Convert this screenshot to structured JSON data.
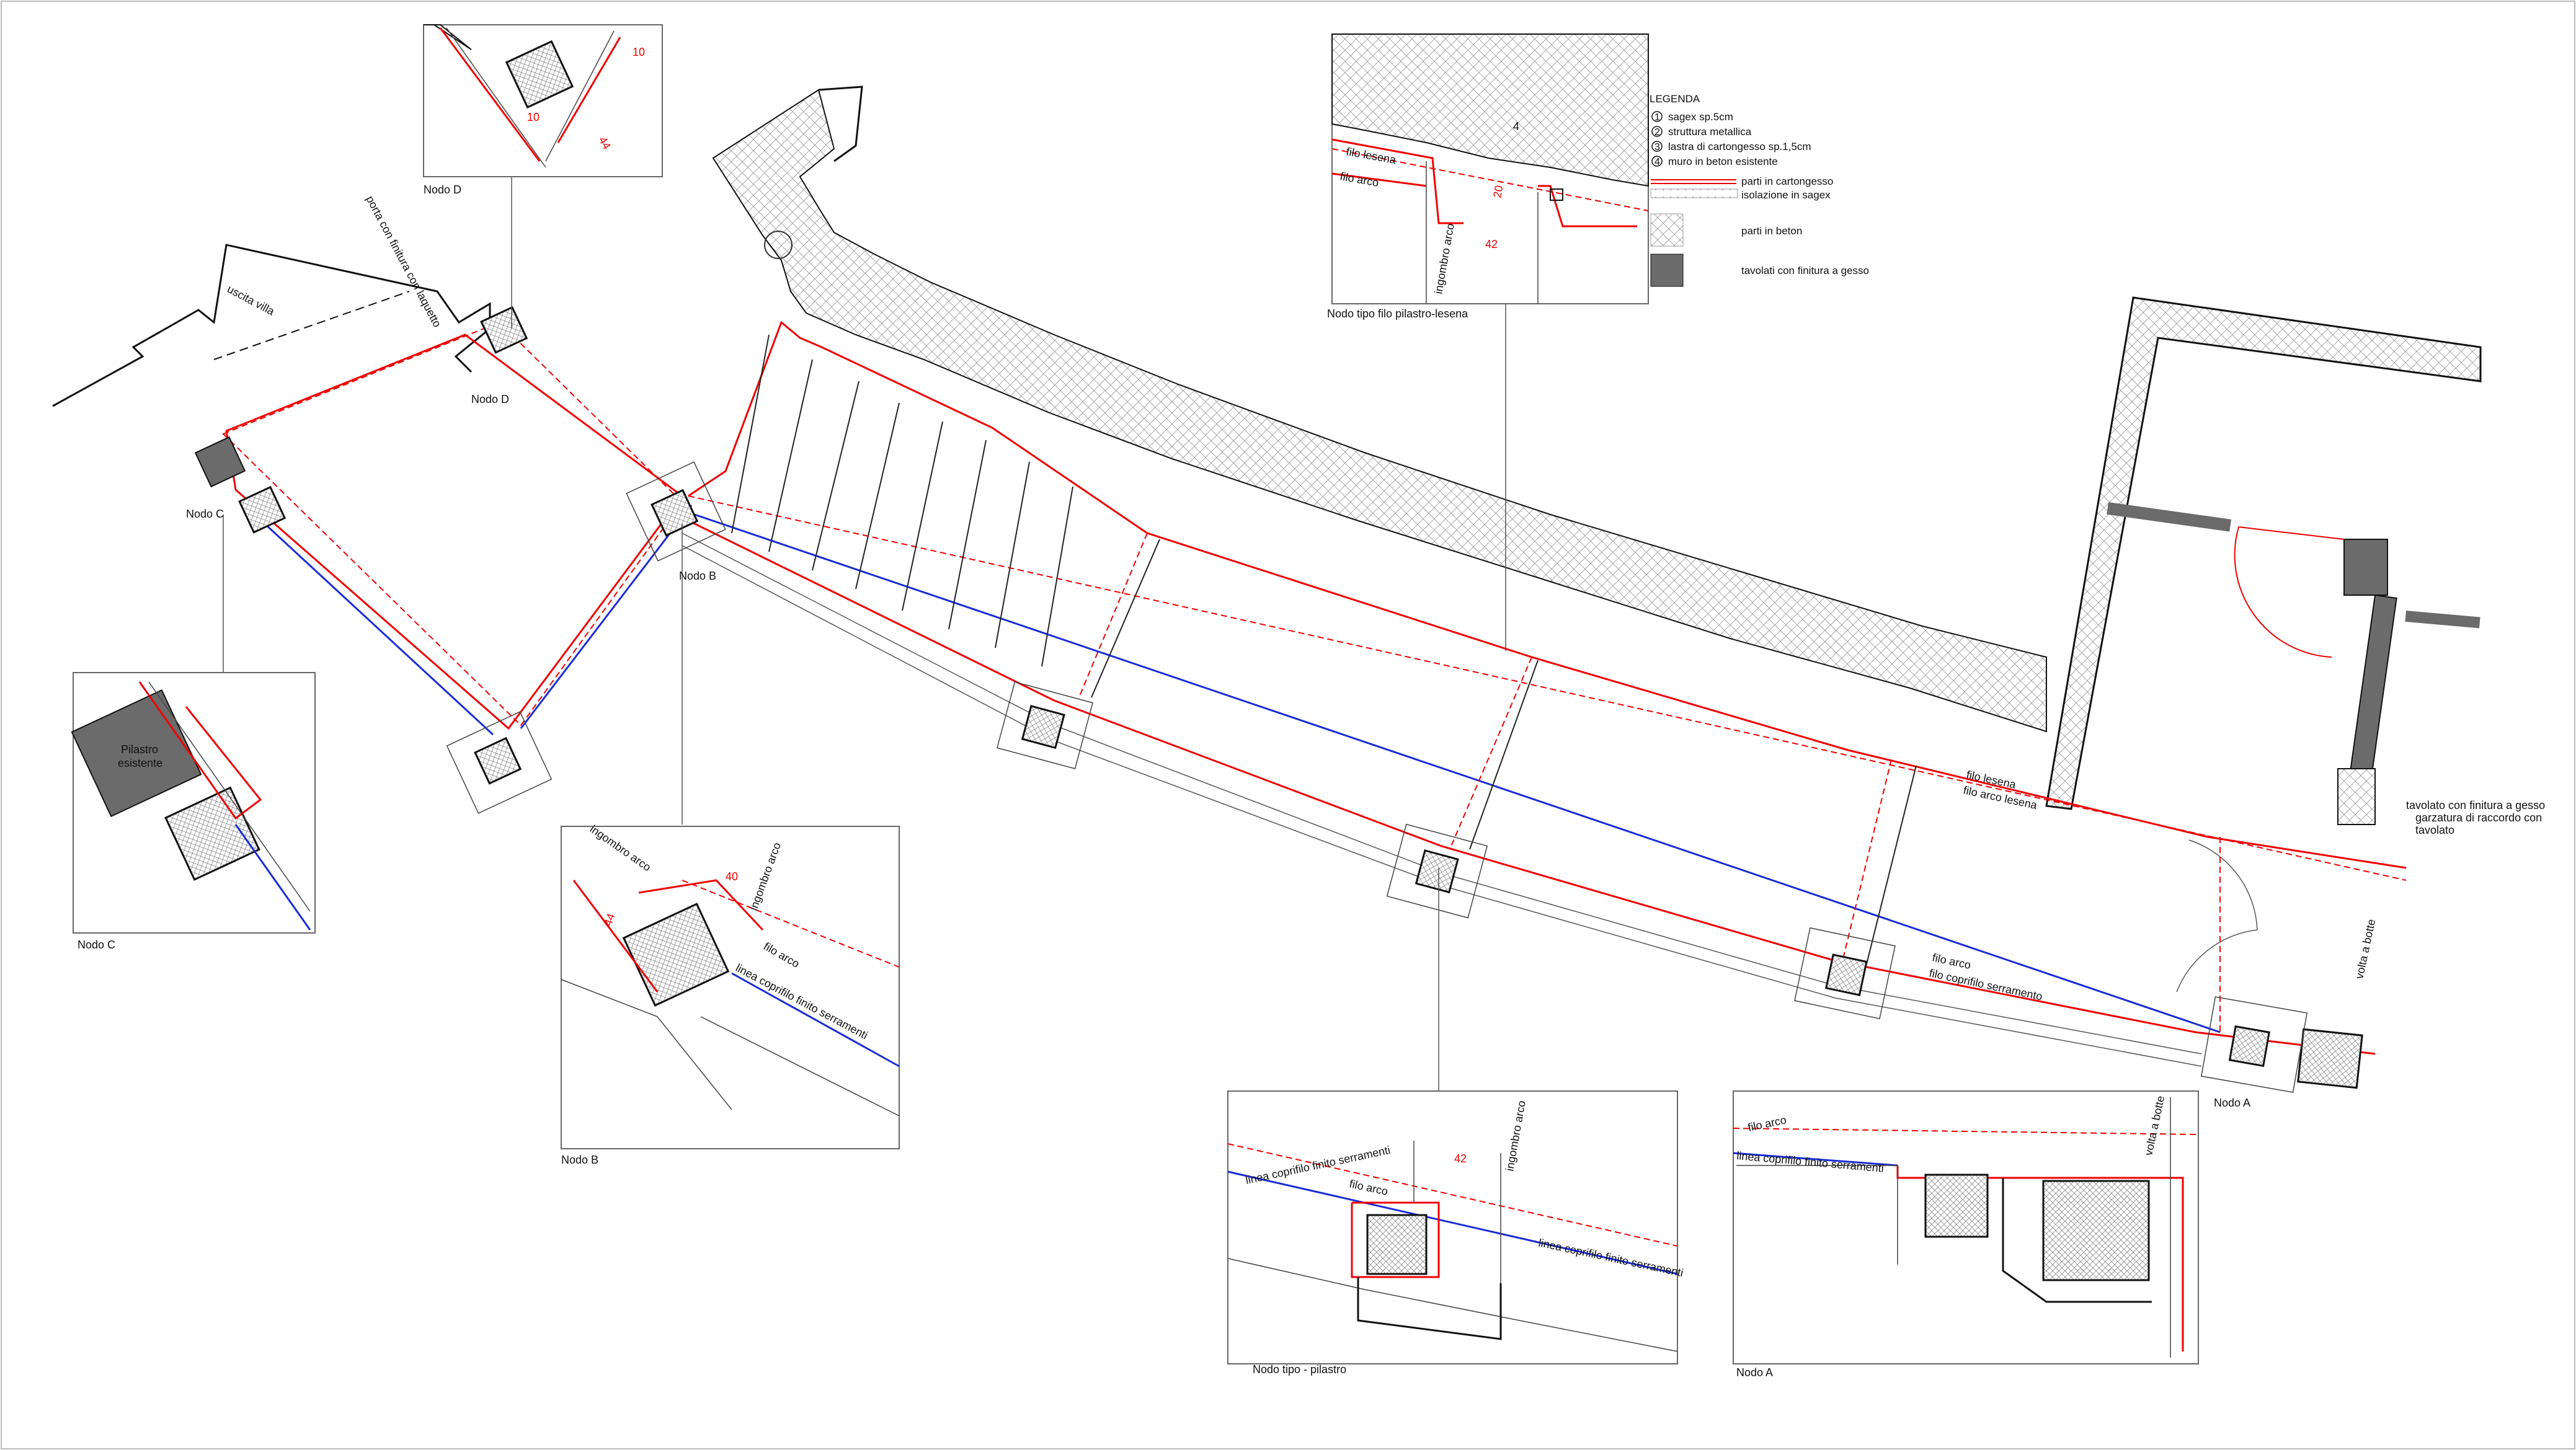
{
  "plan": {
    "villa_exit": "uscita villa",
    "door_note": "porta con finitura con laquetto",
    "node_labels": {
      "a": "Nodo A",
      "b": "Nodo B",
      "c": "Nodo C",
      "d": "Nodo D"
    },
    "filo_lesena": "filo lesena",
    "filo_arco_lesena": "filo arco lesena",
    "filo_arco": "filo arco",
    "filo_coprifilo": "filo coprifilo serramento",
    "volta_a_botte": "volta a botte",
    "tavolato_note": [
      "tavolato con finitura a gesso",
      "garzatura di raccordo con",
      "tavolato"
    ]
  },
  "details": {
    "d": {
      "caption": "Nodo D",
      "dims": [
        "10",
        "10",
        "44"
      ]
    },
    "c": {
      "caption": "Nodo C",
      "pillar_label": [
        "Pilastro",
        "esistente"
      ]
    },
    "b": {
      "caption": "Nodo B",
      "ingombro1": "ingombro arco",
      "ingombro2": "ingombro arco",
      "dim1": "40",
      "dim2": "44",
      "filo_arco": "filo arco",
      "linea": "linea coprifilo finito serramenti"
    },
    "tipo_lesena": {
      "caption": "Nodo tipo filo pilastro-lesena",
      "filo_lesena": "filo lesena",
      "filo_arco": "filo arco",
      "ingombro": "ingombro arco",
      "dim_a": "20",
      "dim_b": "42",
      "number4": "4"
    },
    "tipo_pilastro": {
      "caption": "Nodo tipo - pilastro",
      "filo_arco": "filo arco",
      "linea1": "linea coprifilo finito serramenti",
      "linea2": "linea coprifilo finito serramenti",
      "ingombro": "ingombro arco",
      "dim": "42"
    },
    "a": {
      "caption": "Nodo A",
      "filo_arco": "filo arco",
      "linea": "linea coprifilo finito serramenti",
      "volta": "volta a botte"
    }
  },
  "legend": {
    "title": "LEGENDA",
    "numbered": [
      {
        "n": "1",
        "text": "sagex sp.5cm"
      },
      {
        "n": "2",
        "text": "struttura metallica"
      },
      {
        "n": "3",
        "text": "lastra di cartongesso sp.1,5cm"
      },
      {
        "n": "4",
        "text": "muro in beton esistente"
      }
    ],
    "items": [
      {
        "text": "parti in cartongesso"
      },
      {
        "text": "isolazione in sagex"
      },
      {
        "text": "parti in beton"
      },
      {
        "text": "tavolati con finitura a gesso"
      }
    ],
    "colors": {
      "cartongesso": "#e00000",
      "coprifilo": "#1a2cd6",
      "tavolato": "#6b6b6b"
    }
  }
}
